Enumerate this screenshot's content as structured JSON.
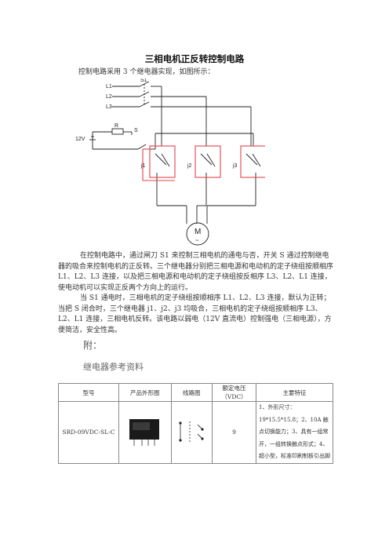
{
  "doc": {
    "title": "三相电机正反转控制电路",
    "intro": "控制电路采用 3 个继电器实现，如图所示：",
    "para1": "在控制电路中，通过闸刀 S1 来控制三相电机的通电与否，开关 S 通过控制继电器的吸合来控制电机的正反转。三个继电器分别把三相电源和电动机的定子绕组按顺相序 L1、L2、L3 连接，以及把三相电源和电动机的定子绕组按反相序 L3、L2、L1 连接，使电动机可以实现正反两个方向上的运行。",
    "para2": "当 S1 通电时，三相电机的定子绕组按顺相序 L1、L2、L3 连接，默认为正转；当把 S 闭合时，三个继电器 j1、j2、j3 均吸合，三相电机的定子绕组按顺相序 L3、L2、L1 连接，三相电机反转。该电路以弱电（12V 直流电）控制强电（三相电源），方便简洁，安全性高。",
    "appendix": "附：",
    "ref_title": "继电器参考资料"
  },
  "circuit": {
    "labels": {
      "L1": "L1",
      "L2": "L2",
      "L3": "L3",
      "S1": "S1",
      "R": "R",
      "S": "S",
      "V": "12V",
      "j1": "j1",
      "j2": "j2",
      "j3": "j3",
      "M": "M",
      "tilde": "~"
    },
    "colors": {
      "wire": "#222222",
      "relay": "#e0444c"
    }
  },
  "table": {
    "headers": [
      "型号",
      "产品外形图",
      "线路图",
      "额定电压（VDC）",
      "主要特征"
    ],
    "row": {
      "model": "SRD-09VDC-SL-C",
      "voltage": "9",
      "features": "1、外形尺寸：19*15.5*15.8；2、10A 触点切换能力；3、具有一组常开，一组转换触点形式；4、超小型，标准印刷制板引出脚"
    }
  }
}
